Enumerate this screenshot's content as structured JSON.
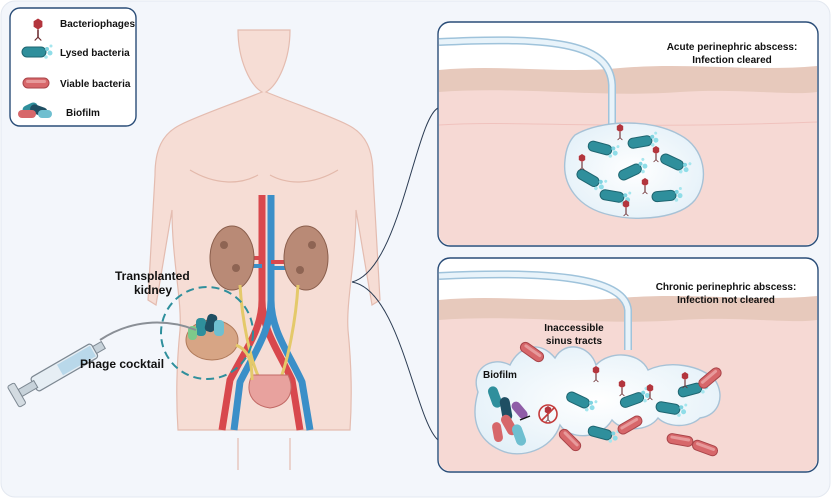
{
  "legend": {
    "bacteriophages": "Bacteriophages",
    "lysed_bacteria": "Lysed bacteria",
    "viable_bacteria": "Viable bacteria",
    "biofilm": "Biofilm"
  },
  "labels": {
    "transplanted_line1": "Transplanted",
    "transplanted_line2": "kidney",
    "phage_cocktail": "Phage cocktail"
  },
  "panel_acute": {
    "title_line1": "Acute perinephric abscess:",
    "title_line2": "Infection cleared"
  },
  "panel_chronic": {
    "title_line1": "Chronic perinephric abscess:",
    "title_line2": "Infection not cleared",
    "sinus_line1": "Inaccessible",
    "sinus_line2": "sinus tracts",
    "biofilm_label": "Biofilm"
  },
  "colors": {
    "background": "#f3f6fb",
    "skin": "#f6dcd2",
    "tissue": "#f4d3d0",
    "teal_bacteria": "#2f8f9c",
    "viable_bacteria": "#d7676a",
    "phage": "#b3353d",
    "artery": "#d8484d",
    "vein": "#3b8fc8"
  }
}
